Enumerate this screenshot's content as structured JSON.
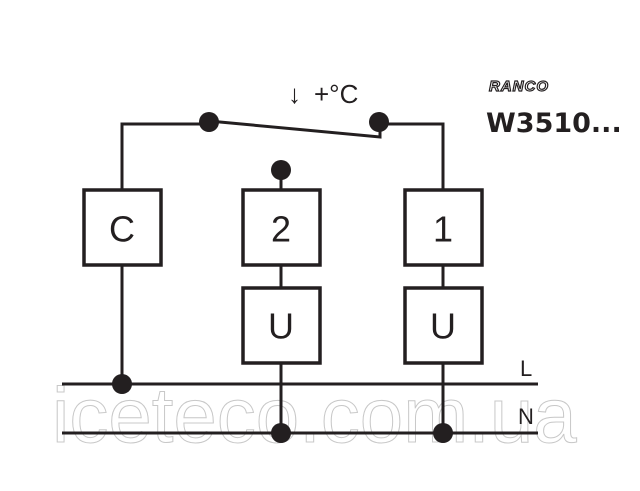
{
  "header": {
    "brand": "RANCO",
    "model": "W3510..."
  },
  "switch": {
    "direction_symbol": "↓",
    "label": "+°C"
  },
  "terminals": [
    {
      "id": "C",
      "label": "C"
    },
    {
      "id": "2",
      "label": "2"
    },
    {
      "id": "1",
      "label": "1"
    }
  ],
  "loads": [
    {
      "label": "U",
      "terminal": "2"
    },
    {
      "label": "U",
      "terminal": "1"
    }
  ],
  "rails": {
    "line": "L",
    "neutral": "N"
  },
  "watermark": "iceteco.com.ua",
  "colors": {
    "ink": "#231f20",
    "watermark": "#c8c8c8"
  }
}
